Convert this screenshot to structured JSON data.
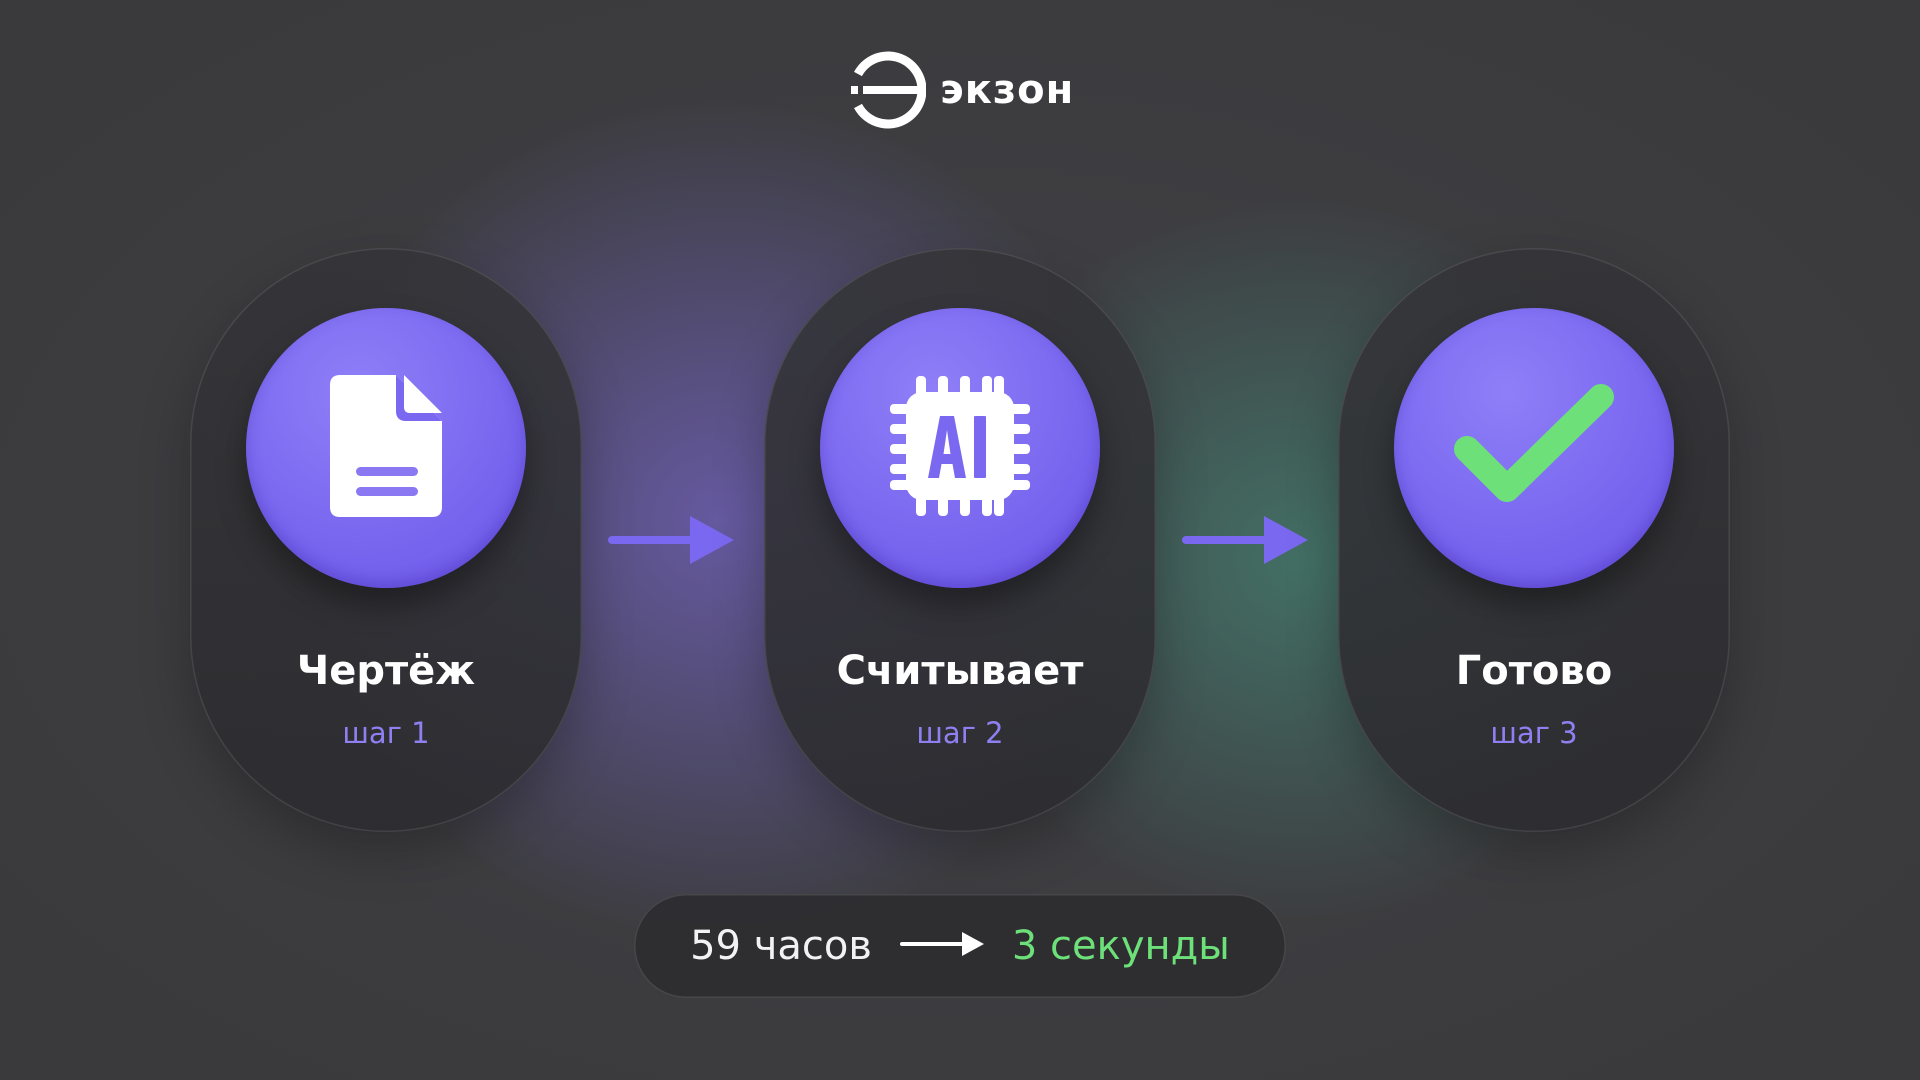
{
  "brand": {
    "name": "экзон",
    "logo_icon": "exon-logo-icon"
  },
  "steps": [
    {
      "title": "Чертёж",
      "step_label": "шаг 1",
      "icon": "document-icon"
    },
    {
      "title": "Считывает",
      "step_label": "шаг 2",
      "icon": "ai-chip-icon"
    },
    {
      "title": "Готово",
      "step_label": "шаг 3",
      "icon": "checkmark-icon"
    }
  ],
  "summary": {
    "from": "59 часов",
    "to": "3 секунды",
    "arrow_icon": "arrow-right-icon"
  },
  "colors": {
    "background": "#3a3a3c",
    "accent_purple": "#7a68f0",
    "step_label": "#8f80f2",
    "success_green": "#6de07a",
    "text": "#ffffff"
  }
}
